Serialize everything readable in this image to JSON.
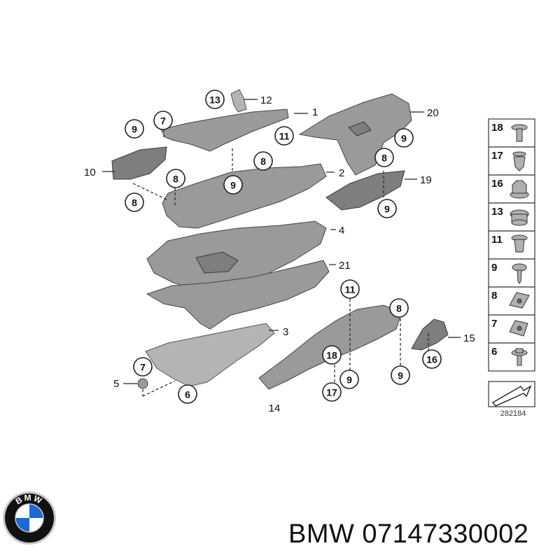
{
  "diagram": {
    "figure_number": "282184",
    "callouts": [
      {
        "id": "c1",
        "text": "1"
      },
      {
        "id": "c2",
        "text": "2"
      },
      {
        "id": "c3",
        "text": "3"
      },
      {
        "id": "c4",
        "text": "4"
      },
      {
        "id": "c5",
        "text": "5"
      },
      {
        "id": "c6",
        "text": "6"
      },
      {
        "id": "c7a",
        "text": "7"
      },
      {
        "id": "c7b",
        "text": "7"
      },
      {
        "id": "c8a",
        "text": "8"
      },
      {
        "id": "c8b",
        "text": "8"
      },
      {
        "id": "c8c",
        "text": "8"
      },
      {
        "id": "c8d",
        "text": "8"
      },
      {
        "id": "c8e",
        "text": "8"
      },
      {
        "id": "c9a",
        "text": "9"
      },
      {
        "id": "c9b",
        "text": "9"
      },
      {
        "id": "c9c",
        "text": "9"
      },
      {
        "id": "c9d",
        "text": "9"
      },
      {
        "id": "c9e",
        "text": "9"
      },
      {
        "id": "c9f",
        "text": "9"
      },
      {
        "id": "c10",
        "text": "10"
      },
      {
        "id": "c11a",
        "text": "11"
      },
      {
        "id": "c11b",
        "text": "11"
      },
      {
        "id": "c12",
        "text": "12"
      },
      {
        "id": "c13",
        "text": "13"
      },
      {
        "id": "c14",
        "text": "14"
      },
      {
        "id": "c15",
        "text": "15"
      },
      {
        "id": "c16",
        "text": "16"
      },
      {
        "id": "c17",
        "text": "17"
      },
      {
        "id": "c18",
        "text": "18"
      },
      {
        "id": "c19",
        "text": "19"
      },
      {
        "id": "c20",
        "text": "20"
      },
      {
        "id": "c21",
        "text": "21"
      }
    ],
    "legend": [
      {
        "text": "18",
        "icon": "push-rivet-icon"
      },
      {
        "text": "17",
        "icon": "expanding-rivet-icon"
      },
      {
        "text": "16",
        "icon": "hex-nut-icon"
      },
      {
        "text": "13",
        "icon": "plug-cap-icon"
      },
      {
        "text": "11",
        "icon": "clip-rivet-icon"
      },
      {
        "text": "9",
        "icon": "screw-icon"
      },
      {
        "text": "8",
        "icon": "speed-nut-icon"
      },
      {
        "text": "7",
        "icon": "clip-nut-icon"
      },
      {
        "text": "6",
        "icon": "flange-screw-icon"
      }
    ]
  },
  "caption": {
    "text": "BMW 07147330002",
    "logo_text": "BMW",
    "logo_colors": {
      "ring": "#111111",
      "blue": "#1c69d4",
      "white": "#ffffff",
      "chrome": "#c9c9c9"
    }
  }
}
